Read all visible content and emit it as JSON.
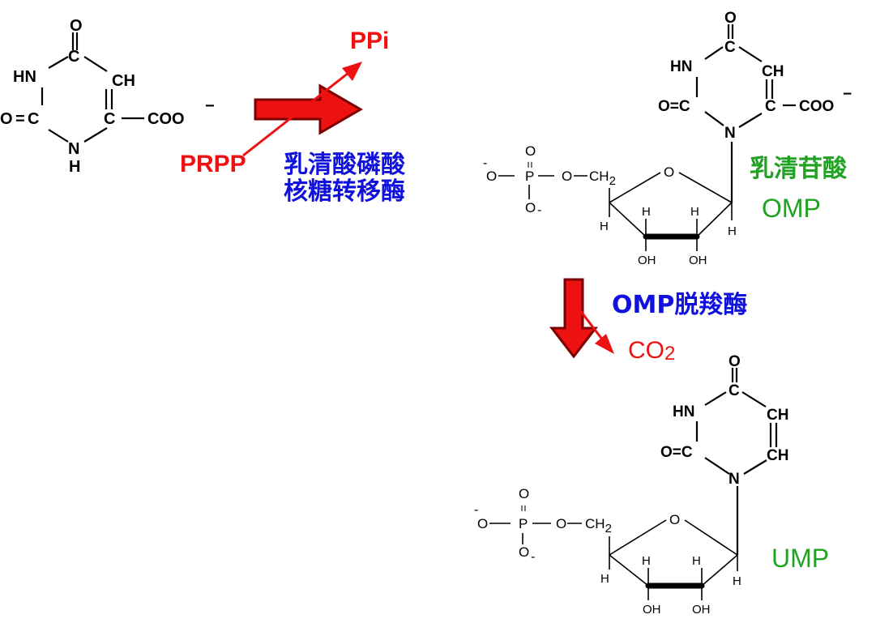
{
  "colors": {
    "red": "#ee1111",
    "blue": "#1111dd",
    "green": "#22a222",
    "black": "#000000"
  },
  "reaction1": {
    "reactant": "PRPP",
    "product": "PPi",
    "enzyme_line1": "乳清酸磷酸",
    "enzyme_line2": "核糖转移酶"
  },
  "reaction2": {
    "enzyme": "OMP脱羧酶",
    "byproduct_main": "CO",
    "byproduct_sub": "2"
  },
  "omp": {
    "name_cn": "乳清苷酸",
    "abbr": "OMP"
  },
  "ump": {
    "abbr": "UMP"
  },
  "orotate": {
    "atoms": {
      "o_top": "O",
      "c_top": "C",
      "hn": "HN",
      "ch": "CH",
      "o_left": "O",
      "eq": "=",
      "c_left": "C",
      "c_right": "C",
      "coo": "COO",
      "charge": "−",
      "n_bottom": "N",
      "h_bottom": "H"
    }
  },
  "omp_struct": {
    "atoms": {
      "o_top": "O",
      "c_top": "C",
      "hn": "HN",
      "ch": "CH",
      "o_left": "O=C",
      "c_right": "C",
      "coo": "COO",
      "charge": "−",
      "n": "N",
      "phos_o_top": "O",
      "phos_eq": "=",
      "phos_p": "P",
      "phos_o_bottom": "O",
      "phos_o_left": "O",
      "phos_o_ester": "O",
      "ch2": "CH",
      "ch2_sub": "2",
      "ring_o": "O",
      "h1": "H",
      "h2": "H",
      "h3": "H",
      "h4": "H",
      "oh1": "OH",
      "oh2": "OH",
      "minus1": "-",
      "minus2": "-"
    }
  },
  "ump_struct": {
    "atoms": {
      "o_top": "O",
      "c_top": "C",
      "hn": "HN",
      "ch1": "CH",
      "ch2r": "CH",
      "o_left": "O=C",
      "n": "N",
      "phos_o_top": "O",
      "phos_eq": "=",
      "phos_p": "P",
      "phos_o_bottom": "O",
      "phos_o_left": "O",
      "phos_o_ester": "O",
      "ch2": "CH",
      "ch2_sub": "2",
      "ring_o": "O",
      "h1": "H",
      "h2": "H",
      "h3": "H",
      "h4": "H",
      "oh1": "OH",
      "oh2": "OH",
      "minus1": "-",
      "minus2": "-"
    }
  }
}
